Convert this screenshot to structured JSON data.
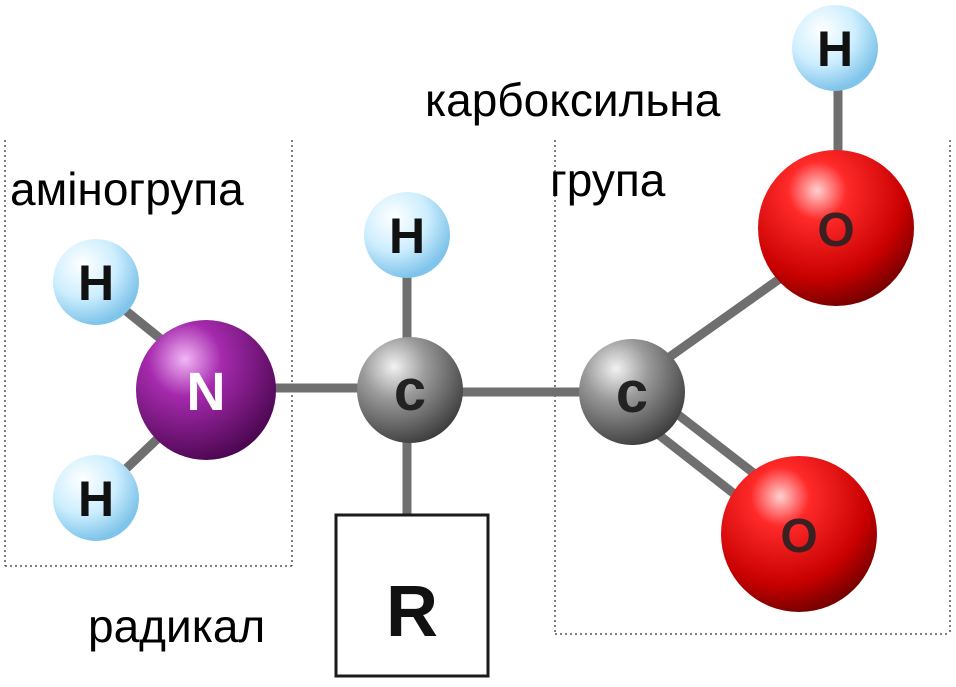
{
  "labels": {
    "amino_group": "аміногрупа",
    "carboxyl_group_line1": "карбоксильна",
    "carboxyl_group_line2": "група",
    "radical": "радикал"
  },
  "atoms": {
    "h_amino_top": "H",
    "h_amino_bottom": "H",
    "nitrogen": "N",
    "h_alpha": "H",
    "carbon_alpha": "c",
    "carbon_carboxyl": "c",
    "oxygen_hydroxyl": "O",
    "h_hydroxyl": "H",
    "oxygen_double": "O",
    "radical": "R"
  },
  "colors": {
    "hydrogen": "#bfe6fb",
    "nitrogen": "#8a1190",
    "carbon": "#8a8a8a",
    "oxygen": "#e00000",
    "bond": "#6f6f6f",
    "box_border": "#7a7a7a"
  }
}
